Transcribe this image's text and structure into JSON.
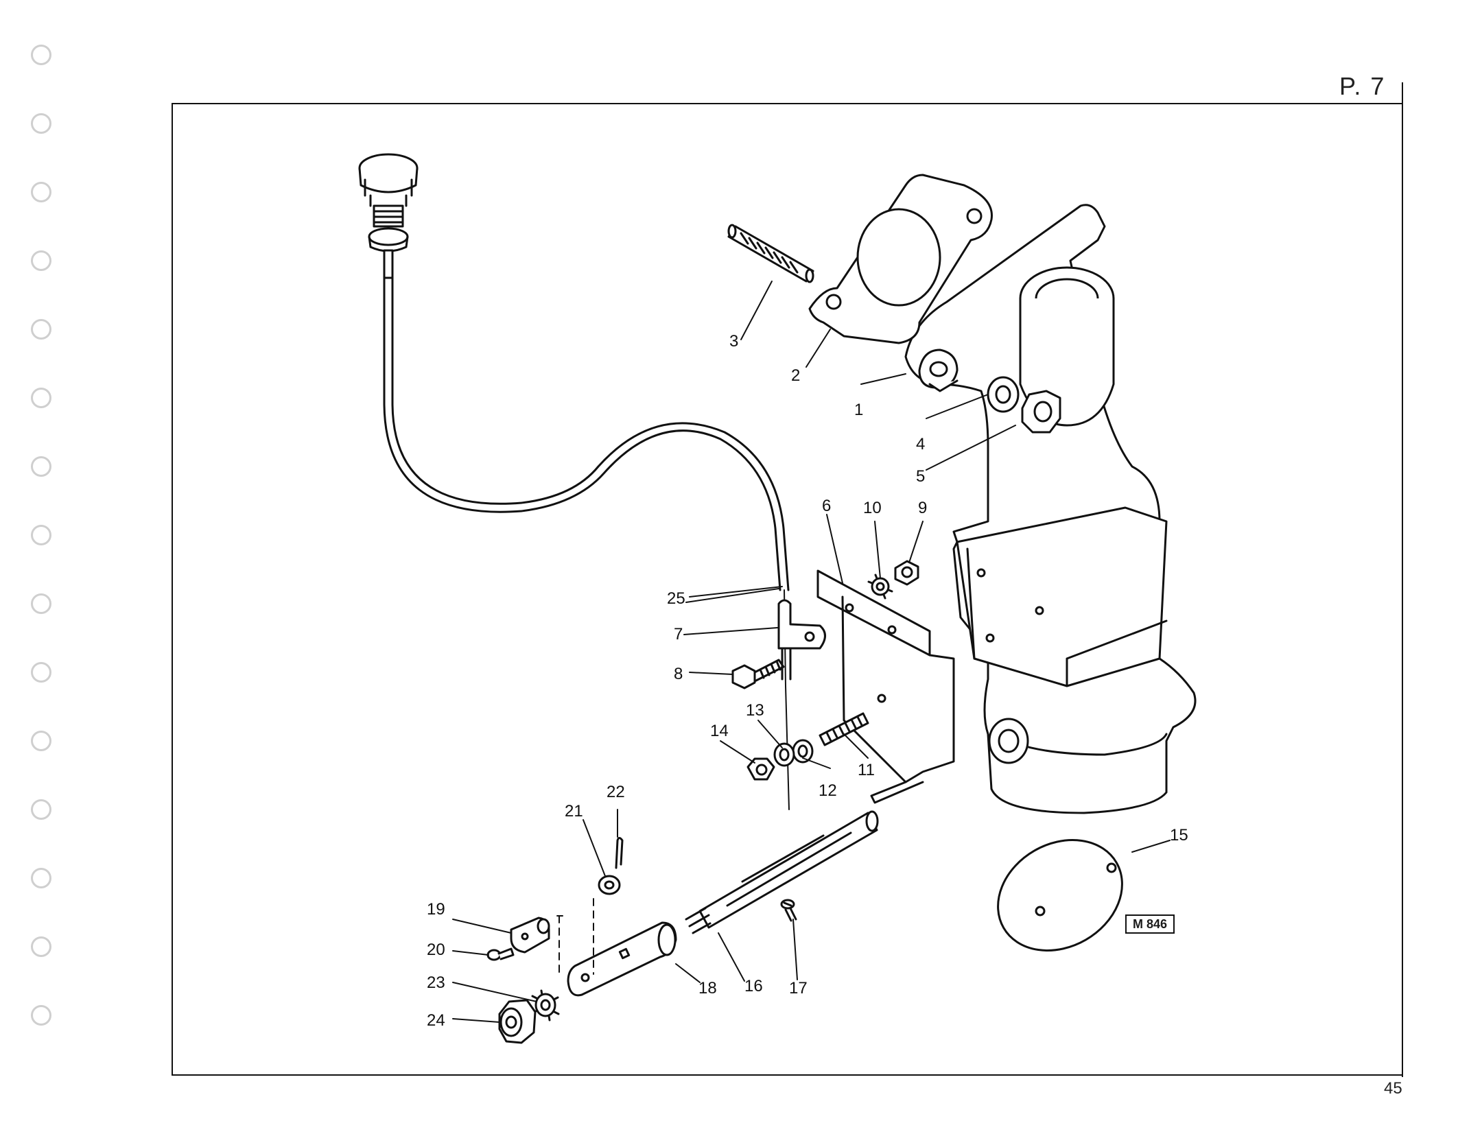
{
  "header": {
    "page_ref": "P. 7"
  },
  "footer": {
    "page_number": "45"
  },
  "drawing": {
    "reference": "M 846"
  },
  "callouts": [
    {
      "id": "1",
      "label": "1"
    },
    {
      "id": "2",
      "label": "2"
    },
    {
      "id": "3",
      "label": "3"
    },
    {
      "id": "4",
      "label": "4"
    },
    {
      "id": "5",
      "label": "5"
    },
    {
      "id": "6",
      "label": "6"
    },
    {
      "id": "7",
      "label": "7"
    },
    {
      "id": "8",
      "label": "8"
    },
    {
      "id": "9",
      "label": "9"
    },
    {
      "id": "10",
      "label": "10"
    },
    {
      "id": "11",
      "label": "11"
    },
    {
      "id": "12",
      "label": "12"
    },
    {
      "id": "13",
      "label": "13"
    },
    {
      "id": "14",
      "label": "14"
    },
    {
      "id": "15",
      "label": "15"
    },
    {
      "id": "16",
      "label": "16"
    },
    {
      "id": "17",
      "label": "17"
    },
    {
      "id": "18",
      "label": "18"
    },
    {
      "id": "19",
      "label": "19"
    },
    {
      "id": "20",
      "label": "20"
    },
    {
      "id": "21",
      "label": "21"
    },
    {
      "id": "22",
      "label": "22"
    },
    {
      "id": "23",
      "label": "23"
    },
    {
      "id": "24",
      "label": "24"
    },
    {
      "id": "25",
      "label": "25"
    }
  ]
}
